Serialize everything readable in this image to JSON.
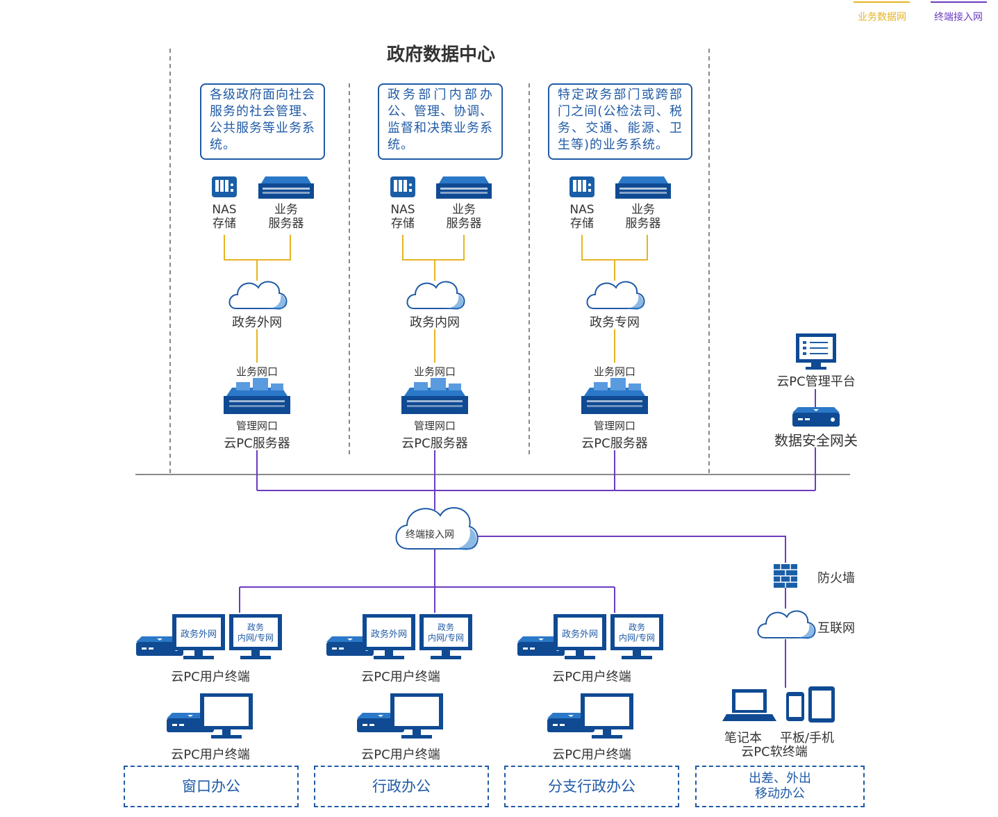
{
  "legend": {
    "business_net": "业务数据网",
    "terminal_net": "终端接入网",
    "colors": {
      "business": "#e6b422",
      "terminal": "#6a3bbf",
      "brand": "#1f5aa6"
    }
  },
  "title": "政府数据中心",
  "columns": [
    {
      "description": "各级政府面向社会服务的社会管理、 公共服务等业务系统。",
      "nas_label": "NAS\n存储",
      "server_label": "业务\n服务器",
      "network_label": "政务外网",
      "business_port": "业务网口",
      "mgmt_port": "管理网口",
      "cloud_server": "云PC服务器"
    },
    {
      "description": "政务部门内部办公、管理、协调、监督和决策业务系统。",
      "nas_label": "NAS\n存储",
      "server_label": "业务\n服务器",
      "network_label": "政务内网",
      "business_port": "业务网口",
      "mgmt_port": "管理网口",
      "cloud_server": "云PC服务器"
    },
    {
      "description": "特定政务部门或跨部门之间(公检法司、税务、交通、能源、卫生等)的业务系统。",
      "nas_label": "NAS\n存储",
      "server_label": "业务\n服务器",
      "network_label": "政务专网",
      "business_port": "业务网口",
      "mgmt_port": "管理网口",
      "cloud_server": "云PC服务器"
    }
  ],
  "mgmt_platform": "云PC管理平台",
  "security_gateway": "数据安全网关",
  "access_cloud": "终端接入网",
  "firewall": "防火墙",
  "internet": "互联网",
  "offices": [
    {
      "screen1": "政务外网",
      "screen2": "政务\n内网/专网",
      "terminal_label": "云PC用户终端",
      "terminal2_label": "云PC用户终端",
      "zone": "窗口办公"
    },
    {
      "screen1": "政务外网",
      "screen2": "政务\n内网/专网",
      "terminal_label": "云PC用户终端",
      "terminal2_label": "云PC用户终端",
      "zone": "行政办公"
    },
    {
      "screen1": "政务外网",
      "screen2": "政务\n内网/专网",
      "terminal_label": "云PC用户终端",
      "terminal2_label": "云PC用户终端",
      "zone": "分支行政办公"
    }
  ],
  "mobile": {
    "laptop": "笔记本",
    "tablet": "平板/手机",
    "soft_terminal": "云PC软终端",
    "zone": "出差、外出\n移动办公"
  }
}
